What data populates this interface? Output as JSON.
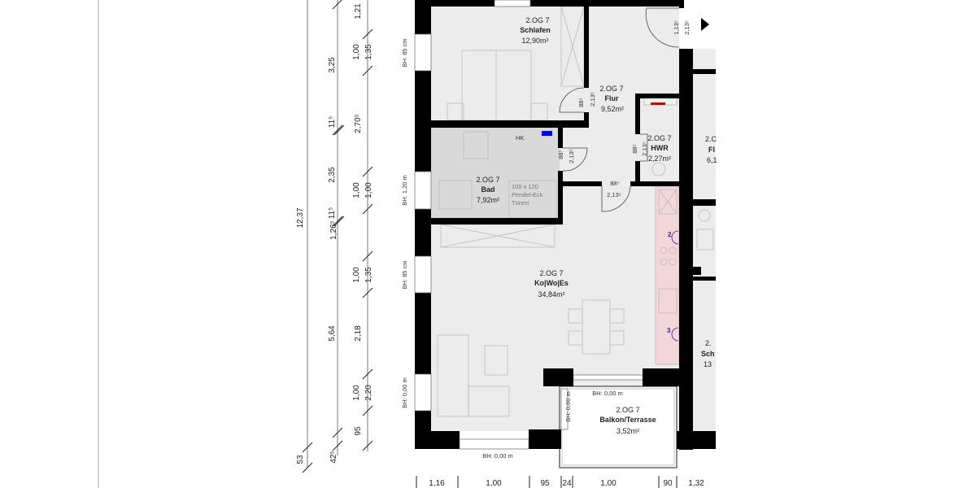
{
  "rooms": {
    "schlafen": {
      "level": "2.OG 7",
      "name": "Schlafen",
      "area": "12,90m²"
    },
    "flur": {
      "level": "2.OG 7",
      "name": "Flur",
      "area": "9,52m²"
    },
    "hwr": {
      "level": "2.OG 7",
      "name": "HWR",
      "area": "2,27m²"
    },
    "bad": {
      "level": "2.OG 7",
      "name": "Bad",
      "area": "7,92m²",
      "heater": "HK",
      "note": [
        "100 x 120",
        "Pendel-Eck",
        "Türen!"
      ]
    },
    "kowoes": {
      "level": "2.OG 7",
      "name": "Ko|Wo|Es",
      "area": "34,84m²"
    },
    "balkon": {
      "level": "2.OG 7",
      "name": "Balkon/Terrasse",
      "area": "3,52m²"
    },
    "neighbor_top": {
      "level": "2.C",
      "name": "Fl",
      "area": "6,1"
    },
    "neighbor_bottom": {
      "level": "2.",
      "name": "Sch",
      "area": "13"
    }
  },
  "windows": {
    "w1": "BH: 85 cm",
    "w2": "BH: 1,20 m",
    "w3": "BH: 85 cm",
    "w4": "BH: 0,00 m",
    "bottom": "BH: 0,00 m",
    "balkon_top": "BH: 0,00 m",
    "balkon_side": "BH: 0,00 m"
  },
  "doors": {
    "schlafen": {
      "width": "88⁵",
      "height": "2,13⁵"
    },
    "bad": {
      "width": "88⁵",
      "height": "2,13⁵"
    },
    "flur": {
      "width": "88⁵",
      "height": "2,13⁵"
    },
    "hwr": {
      "width": "88⁵",
      "height": "2,13⁵"
    },
    "entry": {
      "width": "1,13⁵",
      "height": "2,13⁵"
    }
  },
  "kitchen_markers": [
    "2",
    "3"
  ],
  "dimensions": {
    "overall": "12,37",
    "offset": "53",
    "middle": [
      "3,25",
      "11⁵",
      "2,35",
      "11⁵",
      "1,26⁵",
      "5,64",
      "42⁵"
    ],
    "inner": [
      "1,21",
      "1,00",
      "1,35",
      "2,70⁵",
      "1,00",
      "1,00",
      "1,00",
      "1,35",
      "2,18",
      "1,00",
      "2,20",
      "95"
    ],
    "bottom": [
      "1,16",
      "1,00",
      "95",
      "24",
      "1,00",
      "90",
      "1,32"
    ]
  },
  "colors": {
    "wall": "#000000",
    "floor": "#ececec",
    "bath": "#d9d9d9",
    "kitchen": "#f3d6d8",
    "heater_valve": "#0000ff",
    "marker": "#2222aa"
  }
}
